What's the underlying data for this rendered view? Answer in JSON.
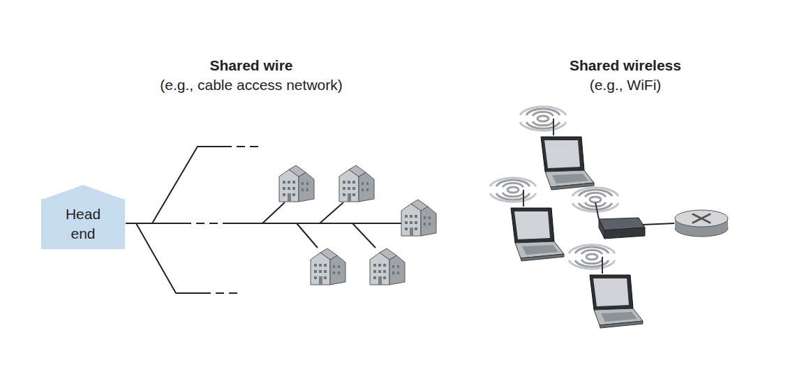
{
  "diagram": {
    "nodes": [
      {
        "text": [
          "Head end"
        ]
      }
    ],
    "labels": [
      "Shared wire",
      "(e.g., cable access network)",
      "Shared wireless",
      "(e.g., WiFi)"
    ]
  }
}
